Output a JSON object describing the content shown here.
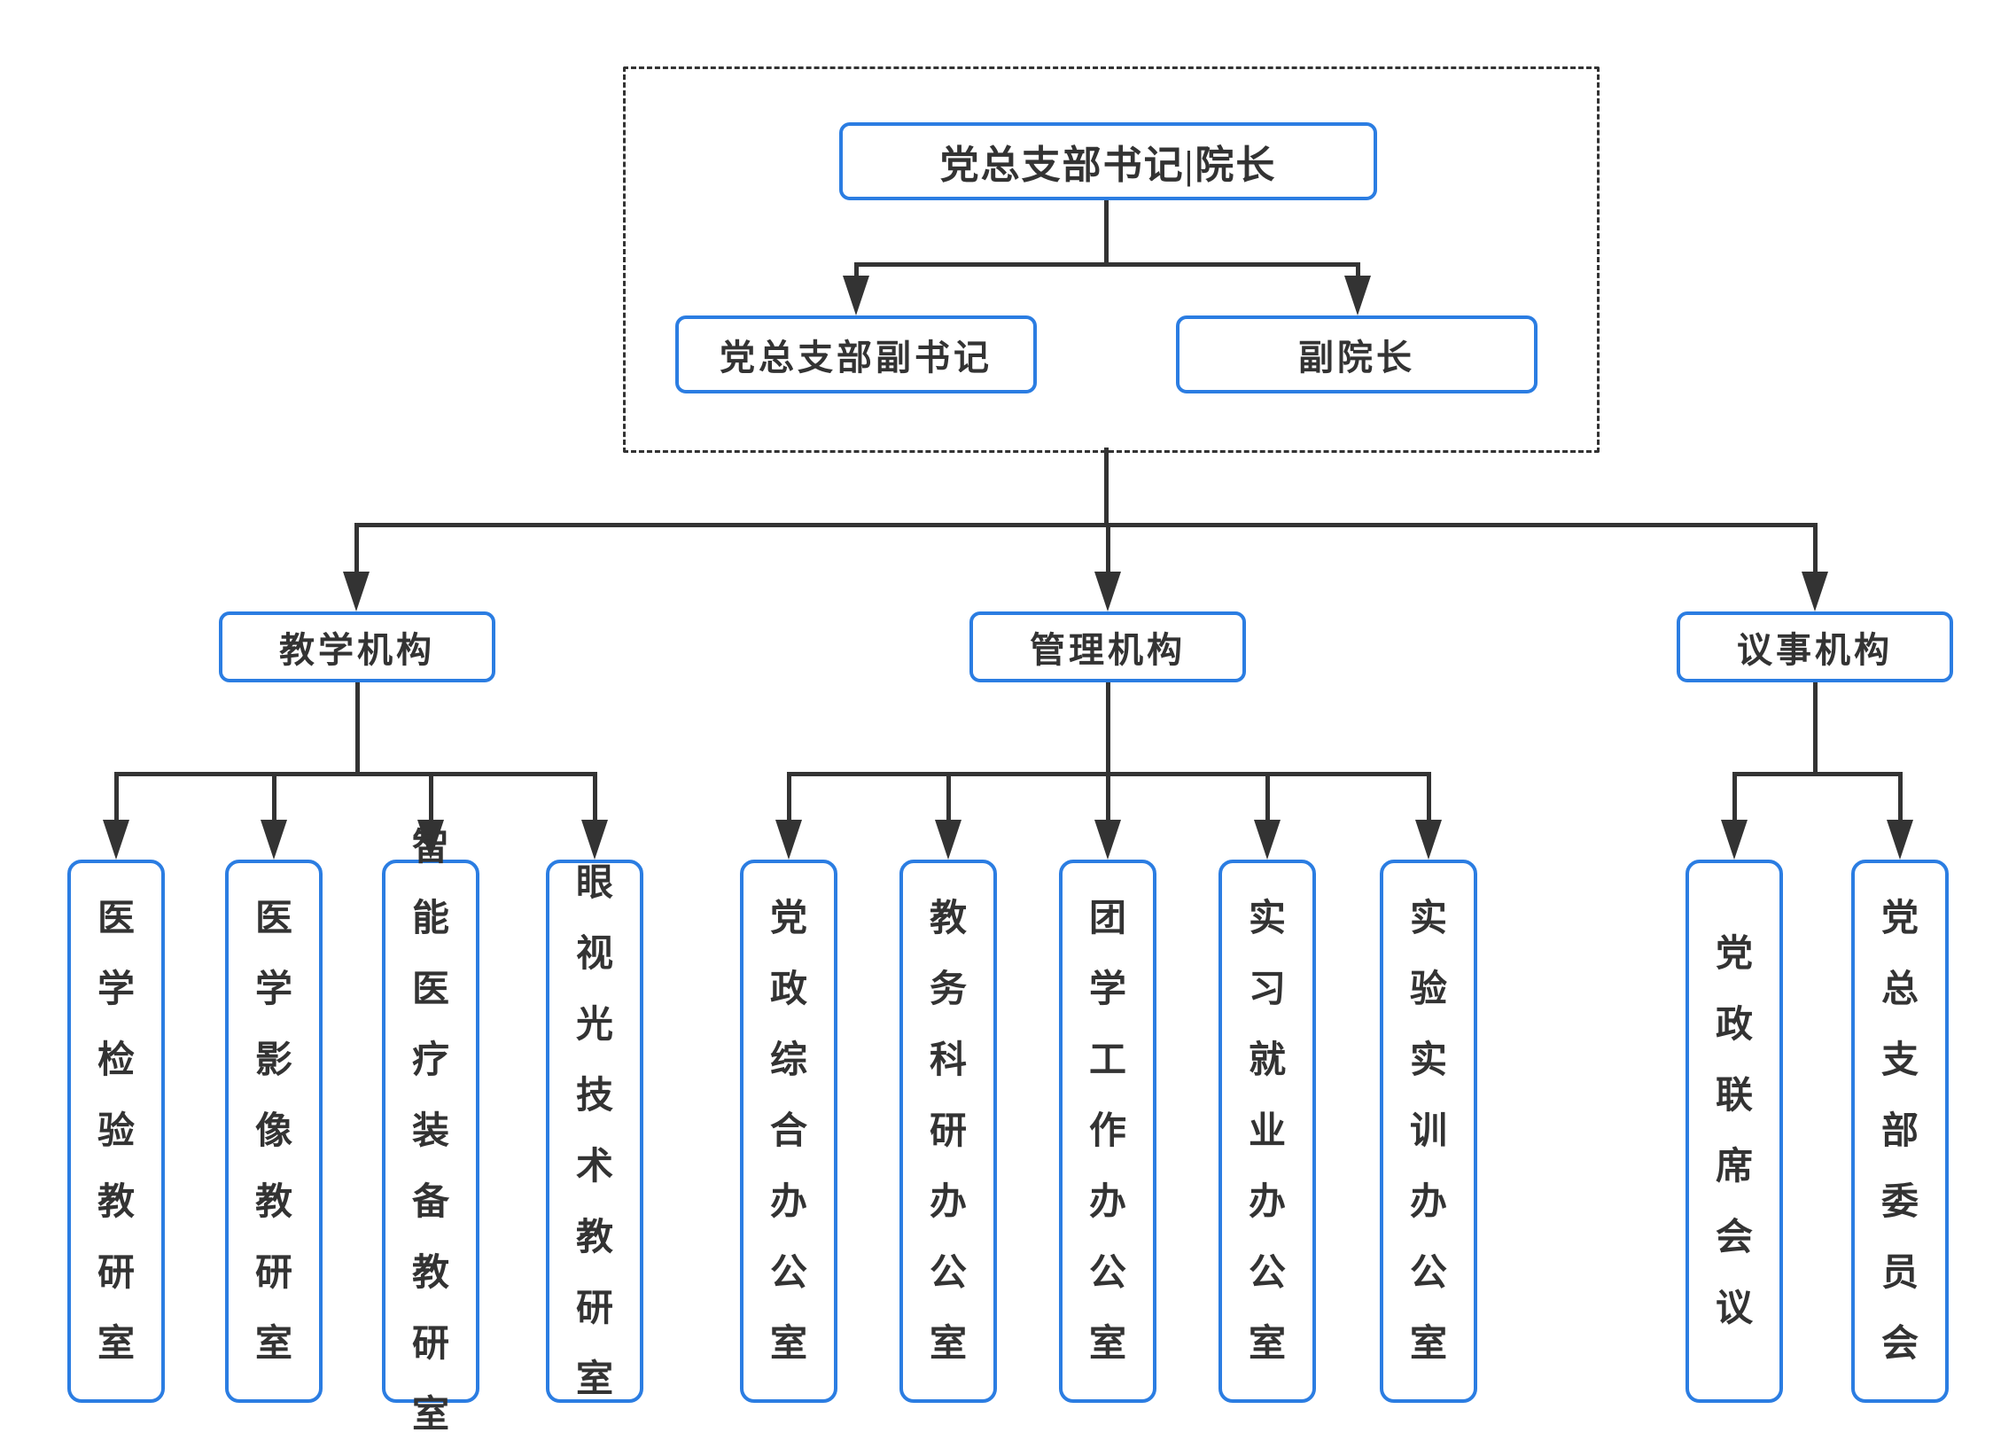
{
  "org": {
    "root": {
      "label": "党总支部书记|院长"
    },
    "leadership": [
      {
        "label": "党总支部副书记"
      },
      {
        "label": "副院长"
      }
    ],
    "branches": [
      {
        "label": "教学机构",
        "children": [
          "医学检验教研室",
          "医学影像教研室",
          "智能医疗装备教研室",
          "眼视光技术教研室"
        ]
      },
      {
        "label": "管理机构",
        "children": [
          "党政综合办公室",
          "教务科研办公室",
          "团学工作办公室",
          "实习就业办公室",
          "实验实训办公室"
        ]
      },
      {
        "label": "议事机构",
        "children": [
          "党政联席会议",
          "党总支部委员会"
        ]
      }
    ],
    "colors": {
      "box_border": "#2b7de2",
      "connector": "#333333",
      "text": "#333333",
      "background": "#ffffff"
    }
  }
}
